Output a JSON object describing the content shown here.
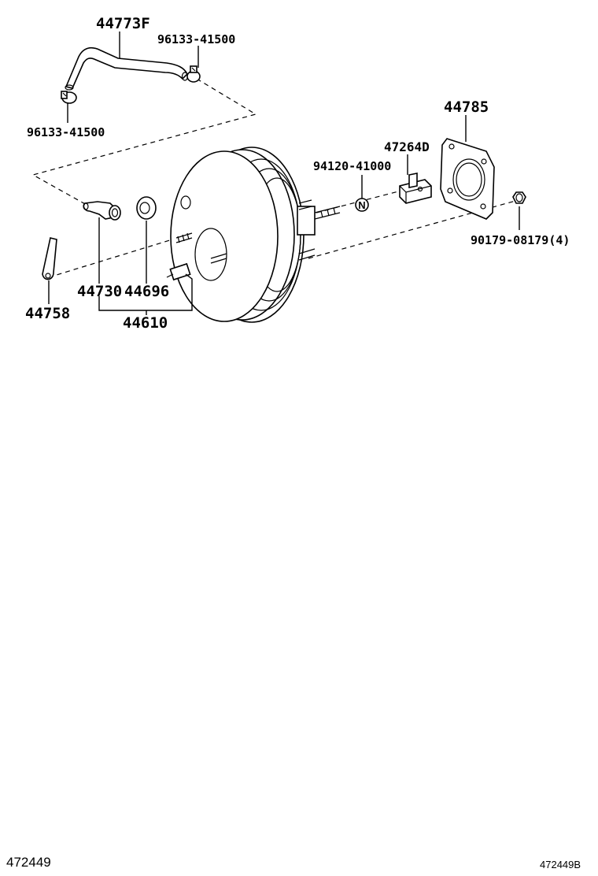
{
  "labels": {
    "hose": "44773F",
    "clamp_top": "96133-41500",
    "clamp_left": "96133-41500",
    "plate": "44785",
    "bracket": "47264D",
    "nut_small": "94120-41000",
    "nut_four": "90179-08179(4)",
    "elbow": "44730",
    "grommet": "44696",
    "booster": "44610",
    "clevis": "44758"
  },
  "footer": {
    "left_code": "472449",
    "right_code": "472449B"
  },
  "nut_mark": "N"
}
